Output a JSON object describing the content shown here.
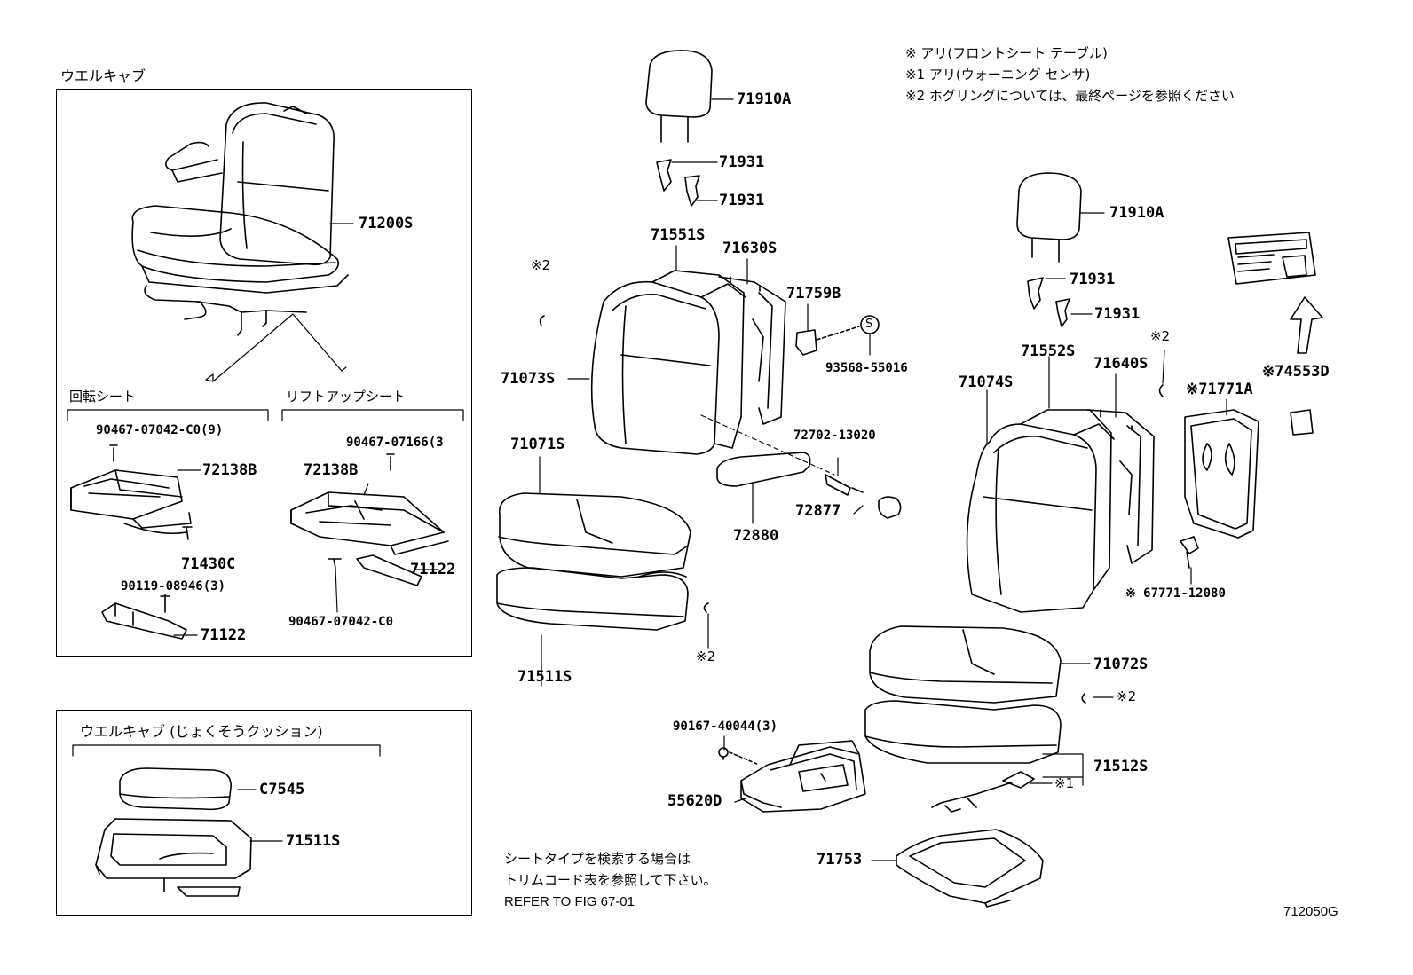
{
  "notes": {
    "line1": "※  アリ(フロントシート  テーブル)",
    "line2": "※1  アリ(ウォーニング  センサ)",
    "line3": "※2  ホグリングについては、最終ページを参照ください"
  },
  "boxes": {
    "welcab_title": "ウエルキャブ",
    "rotating_seat": "回転シート",
    "liftup_seat": "リフトアップシート",
    "cushion_title": "ウエルキャブ (じょくそうクッション)"
  },
  "parts": {
    "p71200S": "71200S",
    "p90467_07042_C0_9": "90467-07042-C0(9)",
    "p72138B_left": "72138B",
    "p71430C": "71430C",
    "p90119_08946_3": "90119-08946(3)",
    "p71122_left": "71122",
    "p90467_07166_3": "90467-07166(3",
    "p72138B_right": "72138B",
    "p71122_right": "71122",
    "p90467_07042_C0": "90467-07042-C0",
    "pC7545": "C7545",
    "p71511S_box": "71511S",
    "p71910A_left": "71910A",
    "p71931_a": "71931",
    "p71931_b": "71931",
    "p71551S": "71551S",
    "p71630S": "71630S",
    "p71759B": "71759B",
    "p93568_55016": "93568-55016",
    "p71073S": "71073S",
    "p72702_13020": "72702-13020",
    "p72877": "72877",
    "p72880": "72880",
    "p71071S": "71071S",
    "p71511S": "71511S",
    "mark2_a": "※2",
    "mark2_b": "※2",
    "p90167_40044_3": "90167-40044(3)",
    "p55620D": "55620D",
    "p71910A_right": "71910A",
    "p71931_c": "71931",
    "p71931_d": "71931",
    "mark2_c": "※2",
    "p71552S": "71552S",
    "p71640S": "71640S",
    "p71074S": "71074S",
    "p71771A": "※71771A",
    "p74553D": "※74553D",
    "p67771_12080": "※ 67771-12080",
    "p71072S": "71072S",
    "mark2_d": "※2",
    "p71512S": "71512S",
    "mark1": "※1",
    "p71753": "71753",
    "s_circle": "S"
  },
  "footer": {
    "jp_line1": "シートタイプを検索する場合は",
    "jp_line2": "トリムコード表を参照して下さい。",
    "refer": "REFER  TO  FIG  67-01",
    "fig_code": "712050G"
  }
}
